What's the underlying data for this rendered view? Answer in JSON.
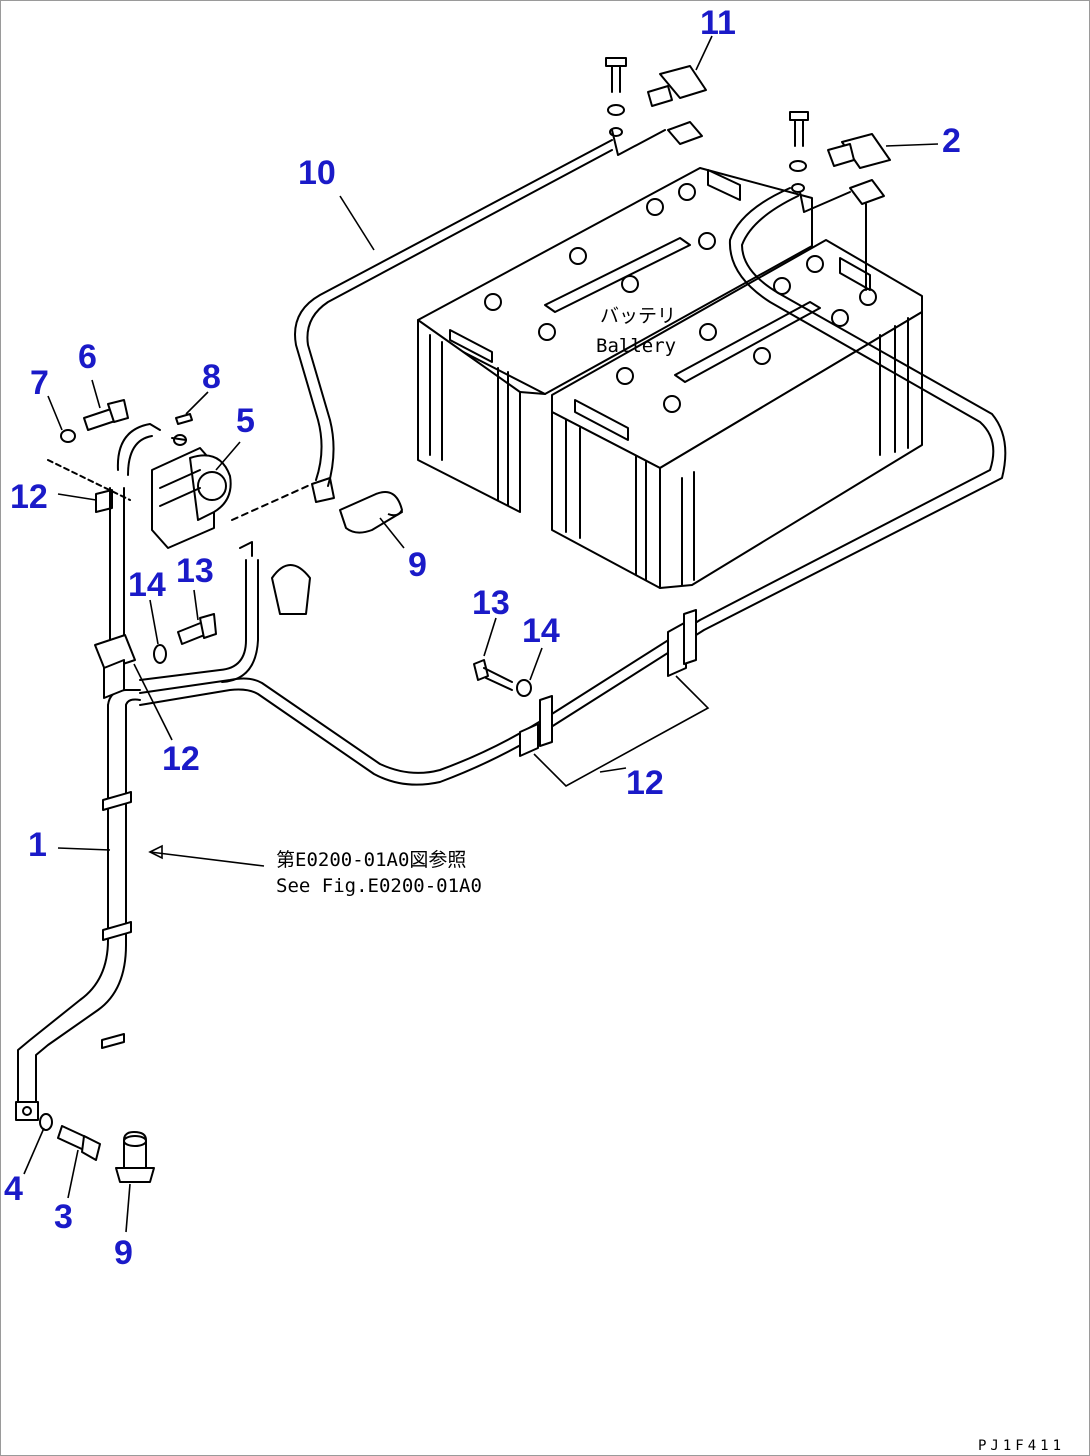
{
  "callouts": {
    "c1": "1",
    "c2": "2",
    "c3": "3",
    "c4": "4",
    "c5": "5",
    "c6": "6",
    "c7": "7",
    "c8": "8",
    "c9a": "9",
    "c9b": "9",
    "c10": "10",
    "c11": "11",
    "c12a": "12",
    "c12b": "12",
    "c12c": "12",
    "c13a": "13",
    "c13b": "13",
    "c14a": "14",
    "c14b": "14"
  },
  "battery_label": {
    "jp": "バッテリ",
    "en": "Ballery"
  },
  "reference_note": {
    "jp": "第E0200-01A0図参照",
    "en": "See Fig.E0200-01A0"
  },
  "drawing_code": "PJ1F411",
  "colors": {
    "callout": "#1a1ac8",
    "line": "#000000"
  }
}
